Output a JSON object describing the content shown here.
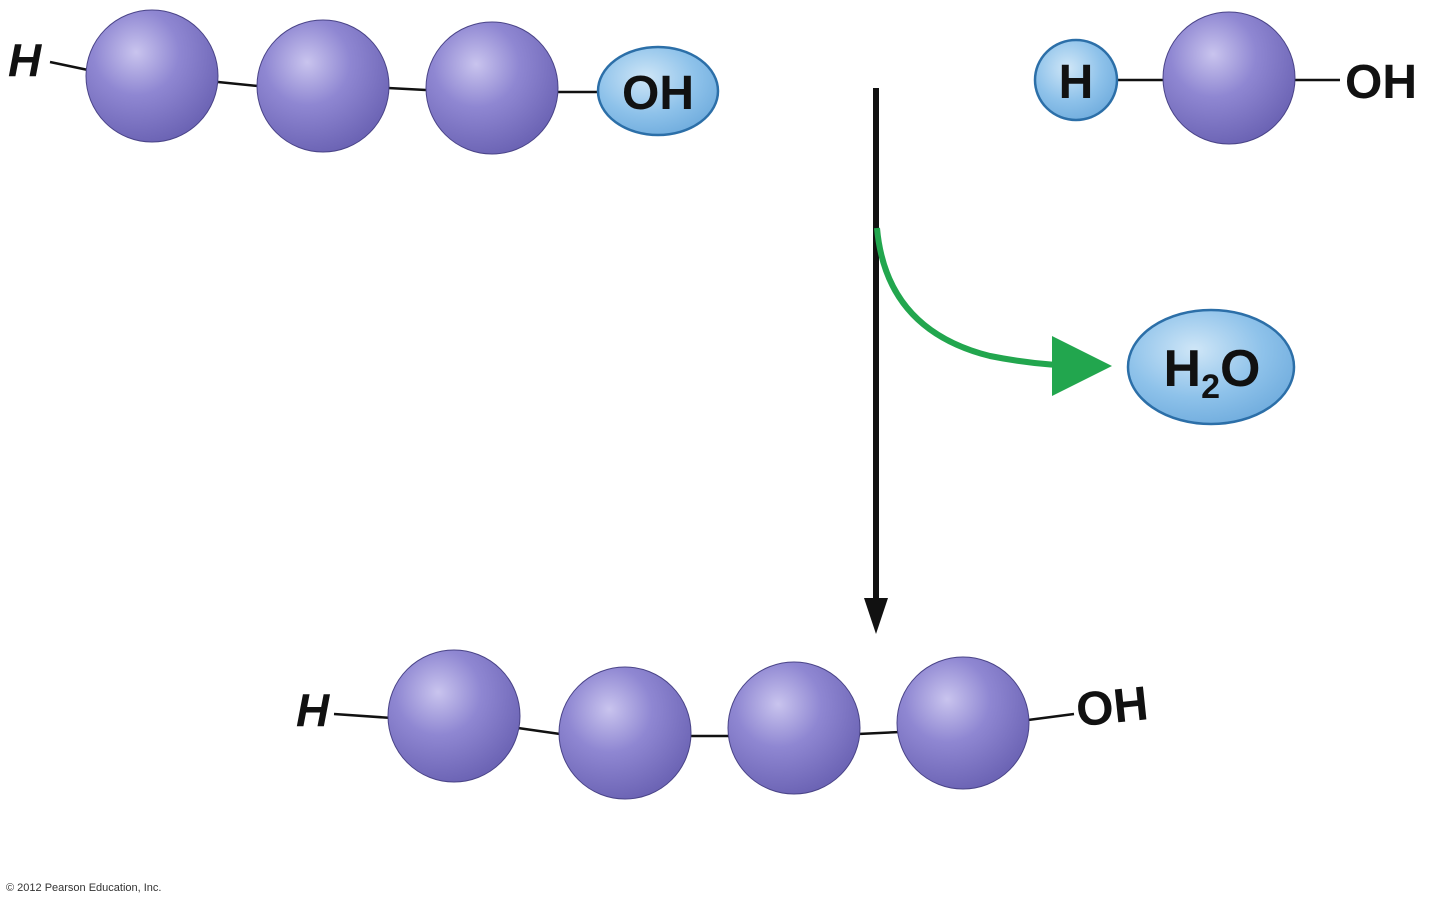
{
  "colors": {
    "monomer_fill": "#8f87d2",
    "monomer_highlight": "#c9c4ee",
    "monomer_shadow": "#6a62b3",
    "monomer_edge": "#4a4488",
    "hydroxyl_fill": "#8ec2ea",
    "hydroxyl_highlight": "#cfe6f7",
    "hydroxyl_edge": "#2c6fa8",
    "reaction_arrow": "#111111",
    "water_arrow": "#22a64e",
    "bond": "#111111"
  },
  "polymer_top": {
    "left_end": "H",
    "right_end": "OH",
    "monomer_count": 3
  },
  "monomer_top": {
    "left_end": "H",
    "right_end": "OH",
    "monomer_count": 1
  },
  "water": {
    "label_h": "H",
    "label_sub": "2",
    "label_o": "O"
  },
  "polymer_bottom": {
    "left_end": "H",
    "right_end": "OH",
    "monomer_count": 4
  },
  "copyright": "© 2012 Pearson Education, Inc.",
  "icons": {
    "monomer": "purple-sphere-icon",
    "hydroxyl_group": "blue-ellipse-icon",
    "reaction_arrow": "down-arrow-icon",
    "water_release_arrow": "curved-green-arrow-icon"
  }
}
